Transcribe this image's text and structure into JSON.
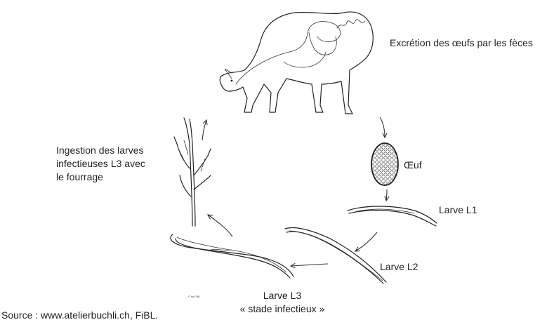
{
  "labels": {
    "excretion": "Excrétion des œufs par les fèces",
    "oeuf": "Œuf",
    "larve_l1": "Larve L1",
    "larve_l2": "Larve L2",
    "larve_l3_line1": "Larve L3",
    "larve_l3_line2": "« stade infectieux »",
    "ingestion_line1": "Ingestion des larves",
    "ingestion_line2": "infectieuses L3 avec",
    "ingestion_line3": "le fourrage",
    "source": "Source : www.atelierbuchli.ch, FiBL.",
    "copyright": "© by FiBL"
  },
  "icons": [
    "sheep-icon",
    "egg-icon",
    "larva-icon",
    "grass-icon"
  ]
}
